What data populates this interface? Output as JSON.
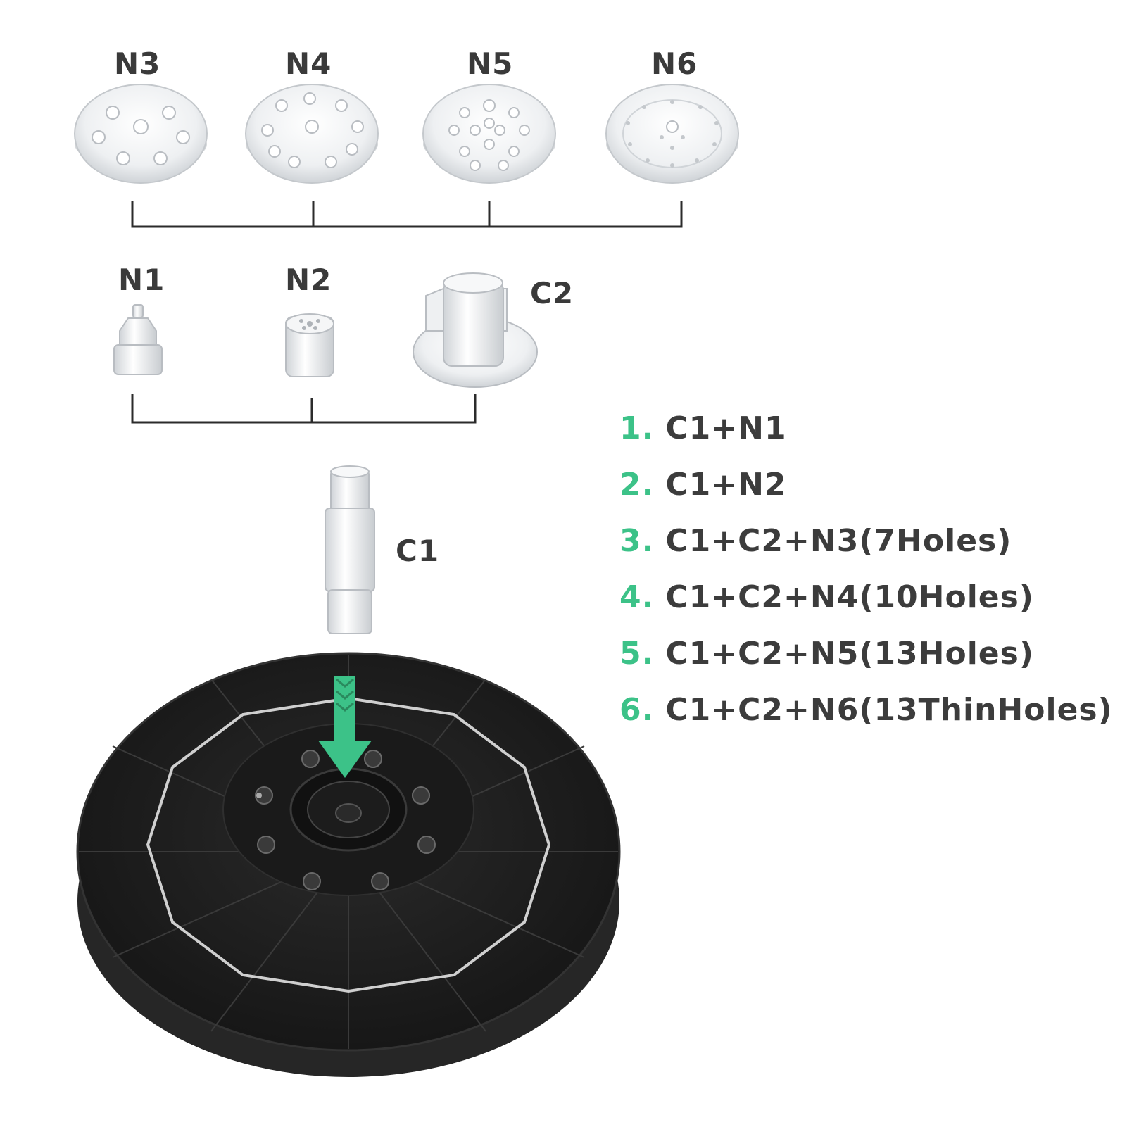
{
  "nozzle_labels": {
    "n3": "N3",
    "n4": "N4",
    "n5": "N5",
    "n6": "N6",
    "n1": "N1",
    "n2": "N2",
    "c2": "C2",
    "c1": "C1"
  },
  "combinations": [
    {
      "num": "1.",
      "text": "C1+N1"
    },
    {
      "num": "2.",
      "text": "C1+N2"
    },
    {
      "num": "3.",
      "text": "C1+C2+N3(7Holes)"
    },
    {
      "num": "4.",
      "text": "C1+C2+N4(10Holes)"
    },
    {
      "num": "5.",
      "text": "C1+C2+N5(13Holes)"
    },
    {
      "num": "6.",
      "text": "C1+C2+N6(13ThinHoles)"
    }
  ],
  "colors": {
    "accent": "#3cc288",
    "text": "#3c3c3c",
    "panel": "#1f1f1f",
    "arrow": "#3cc288"
  },
  "icons": [
    "down-arrow-icon"
  ]
}
